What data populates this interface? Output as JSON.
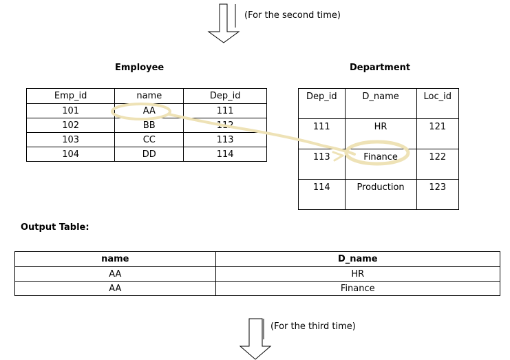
{
  "top_arrow_label": "(For the second time)",
  "bottom_arrow_label": "(For the third time)",
  "employee": {
    "title": "Employee",
    "headers": [
      "Emp_id",
      "name",
      "Dep_id"
    ],
    "rows": [
      [
        "101",
        "AA",
        "111"
      ],
      [
        "102",
        "BB",
        "112"
      ],
      [
        "103",
        "CC",
        "113"
      ],
      [
        "104",
        "DD",
        "114"
      ]
    ]
  },
  "department": {
    "title": "Department",
    "headers": [
      "Dep_id",
      "D_name",
      "Loc_id"
    ],
    "rows": [
      [
        "111",
        "HR",
        "121"
      ],
      [
        "113",
        "Finance",
        "122"
      ],
      [
        "114",
        "Production",
        "123"
      ]
    ]
  },
  "output": {
    "title": "Output Table:",
    "headers": [
      "name",
      "D_name"
    ],
    "rows": [
      [
        "AA",
        "HR"
      ],
      [
        "AA",
        "Finance"
      ]
    ]
  },
  "highlight_color": "#EEE2B6"
}
